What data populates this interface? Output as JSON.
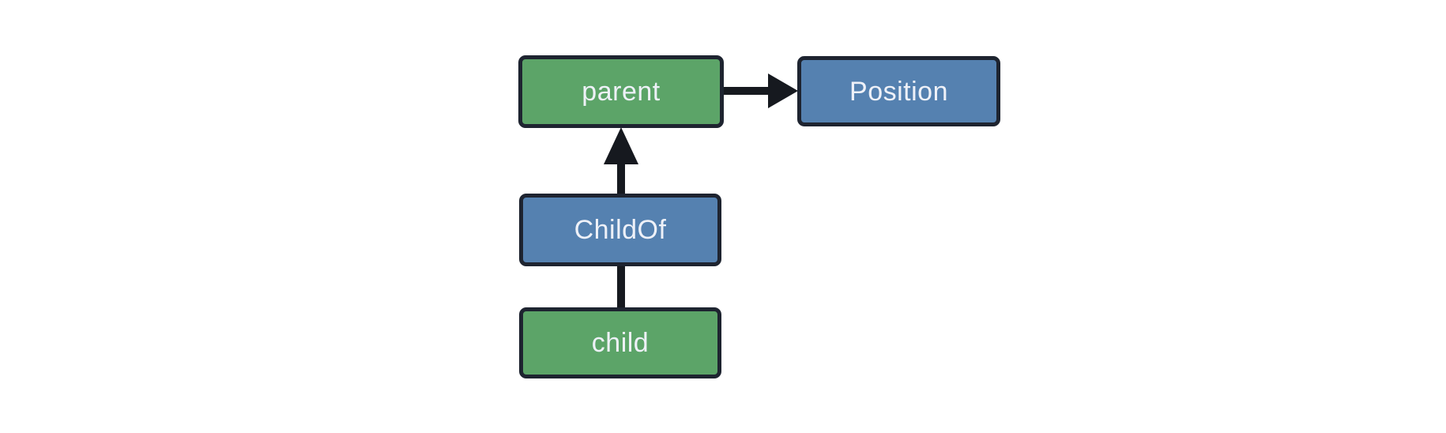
{
  "diagram": {
    "background": "#ffffff",
    "colors": {
      "entity_fill": "#5ca468",
      "component_fill": "#5581b0",
      "node_border": "#1e2430",
      "label_text": "#eef1f8",
      "connector": "#16191f"
    },
    "nodes": [
      {
        "id": "parent",
        "label": "parent",
        "kind": "entity"
      },
      {
        "id": "Position",
        "label": "Position",
        "kind": "component"
      },
      {
        "id": "ChildOf",
        "label": "ChildOf",
        "kind": "component"
      },
      {
        "id": "child",
        "label": "child",
        "kind": "entity"
      }
    ],
    "edges": [
      {
        "from": "parent",
        "to": "Position",
        "arrowhead": true,
        "direction": "right"
      },
      {
        "from": "ChildOf",
        "to": "parent",
        "arrowhead": true,
        "direction": "up"
      },
      {
        "from": "child",
        "to": "ChildOf",
        "arrowhead": false,
        "direction": "up"
      }
    ]
  }
}
